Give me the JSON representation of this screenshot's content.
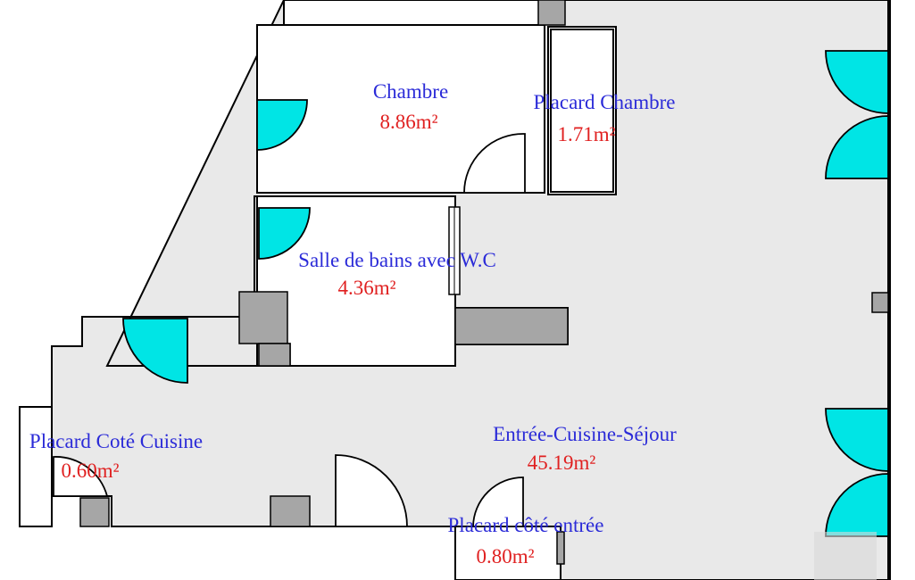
{
  "rooms": [
    {
      "id": "chambre",
      "name": "Chambre",
      "area": "8.86m²"
    },
    {
      "id": "placard-chambre",
      "name": "Placard Chambre",
      "area": "1.71m²"
    },
    {
      "id": "salle-de-bains",
      "name": "Salle de bains avec W.C",
      "area": "4.36m²"
    },
    {
      "id": "placard-cuisine",
      "name": "Placard Coté Cuisine",
      "area": "0.60m²"
    },
    {
      "id": "sejour",
      "name": "Entrée-Cuisine-Séjour",
      "area": "45.19m²"
    },
    {
      "id": "placard-entree",
      "name": "Placard côté entrée",
      "area": "0.80m²"
    }
  ],
  "colors": {
    "floor": "#e9e9e9",
    "window": "#00e5e5",
    "name_text": "#2b2bd8",
    "area_text": "#e02020",
    "wall": "#a6a6a6"
  }
}
